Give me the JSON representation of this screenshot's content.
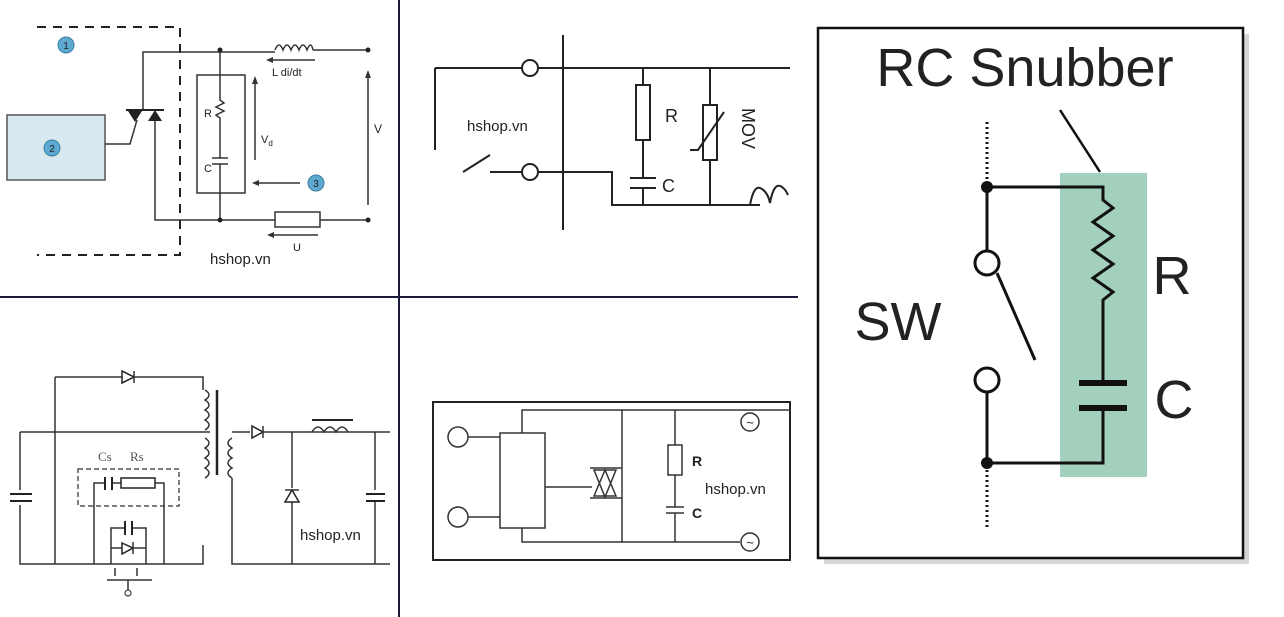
{
  "watermark": "hshop.vn",
  "panel1": {
    "markers": [
      "1",
      "2",
      "3"
    ],
    "labels": {
      "inductor": "L di/dt",
      "resistor": "R",
      "capacitor": "C",
      "vd": "V",
      "vd_sub": "d",
      "voltage": "V",
      "u": "U"
    },
    "box_color": "#d6e8f0",
    "marker_color": "#5ea9cf"
  },
  "panel2": {
    "labels": {
      "resistor": "R",
      "capacitor": "C",
      "mov": "MOV"
    }
  },
  "panel3": {
    "labels": {
      "cs": "Cs",
      "rs": "Rs"
    }
  },
  "panel4": {
    "labels": {
      "resistor": "R",
      "capacitor": "C"
    }
  },
  "panel5": {
    "title": "RC Snubber",
    "labels": {
      "switch": "SW",
      "resistor": "R",
      "capacitor": "C"
    },
    "highlight_color": "#a3cfbd"
  }
}
